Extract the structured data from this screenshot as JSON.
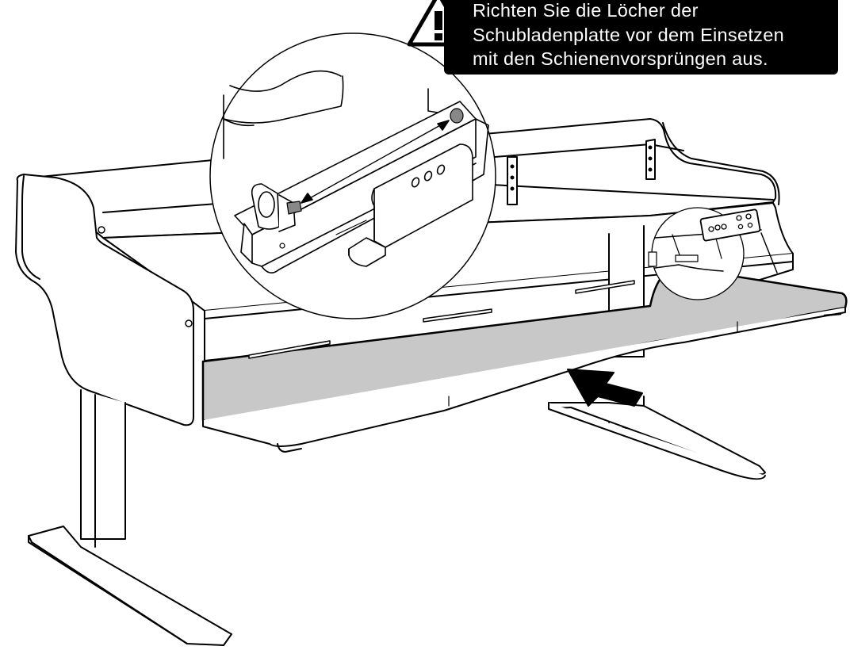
{
  "instruction": {
    "lines": [
      "Richten Sie die Löcher der",
      "Schubladenplatte vor dem Einsetzen",
      "mit den Schienenvorsprüngen aus."
    ]
  },
  "icons": {
    "warning": "warning-triangle-icon",
    "direction": "push-arrow-icon"
  },
  "colors": {
    "callout_background": "#000000",
    "callout_text": "#ffffff",
    "drawer_panel_fill": "#c8c8c8",
    "line": "#000000"
  }
}
